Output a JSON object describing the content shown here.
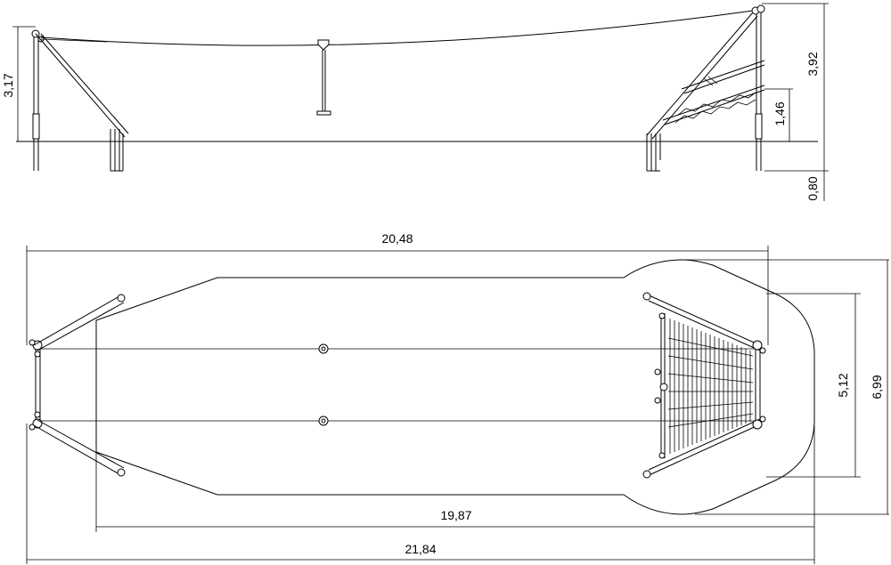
{
  "dimensions": {
    "side_total_height": "3,92",
    "side_rope_height": "3,17",
    "side_net_height": "1,46",
    "side_foundation_depth": "0,80",
    "plan_width_top": "20,48",
    "plan_inner_width": "19,87",
    "plan_total_width": "21,84",
    "plan_inner_height": "5,12",
    "plan_total_height": "6,99"
  },
  "colors": {
    "line": "#000000",
    "background": "#ffffff"
  }
}
